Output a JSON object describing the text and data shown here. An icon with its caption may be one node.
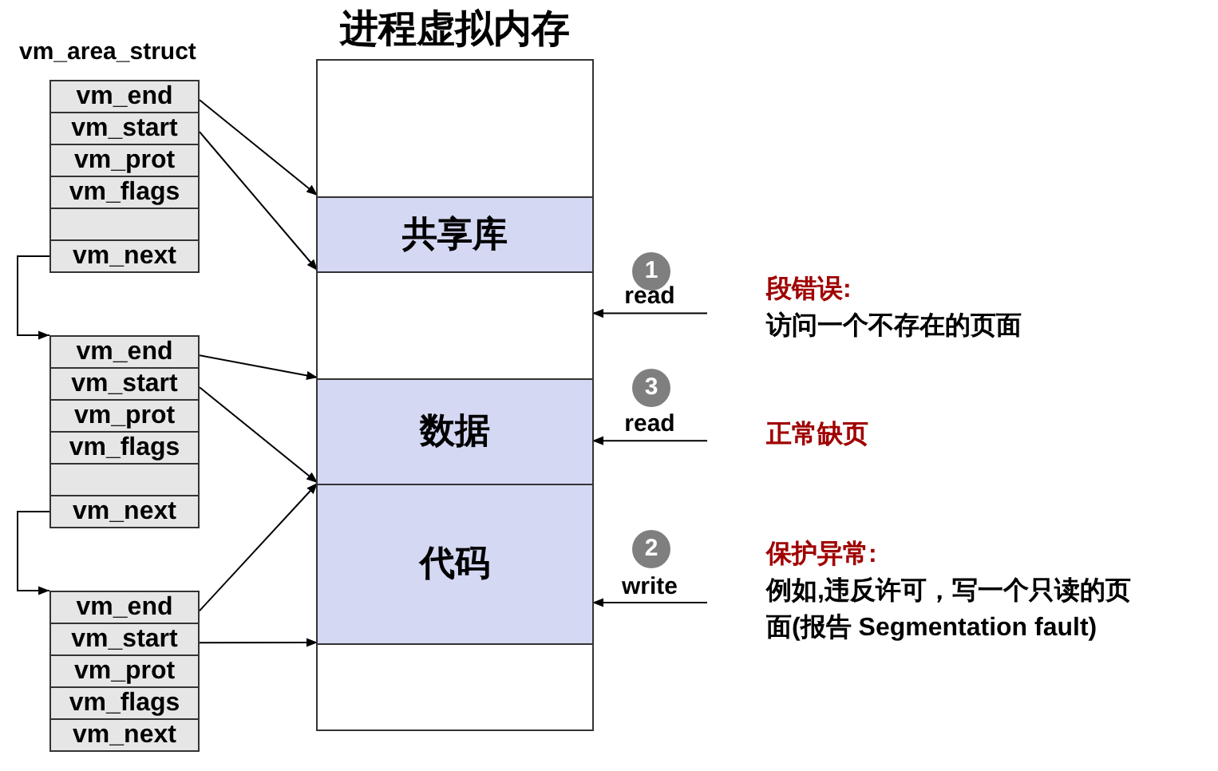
{
  "diagram": {
    "nodes": [
      {
        "text": [
          "进程虚拟内存"
        ]
      },
      {
        "text": [],
        "shape": "box",
        "in": 0
      },
      {
        "text": [
          "共享库"
        ],
        "in": 0
      },
      {
        "text": [],
        "shape": "box",
        "in": 0
      },
      {
        "text": [
          "数据"
        ],
        "in": 0
      },
      {
        "text": [
          "代码"
        ],
        "in": 0
      },
      {
        "text": [],
        "shape": "box",
        "in": 0
      },
      {
        "text": [],
        "shape": "box"
      },
      {
        "text": [
          "vm_end"
        ],
        "in": 7
      },
      {
        "text": [
          "vm_start"
        ],
        "in": 7
      },
      {
        "text": [
          "vm_prot"
        ],
        "in": 7
      },
      {
        "text": [
          "vm_flags"
        ],
        "in": 7
      },
      {
        "text": [],
        "shape": "box",
        "in": 7
      },
      {
        "text": [
          "vm_next"
        ],
        "in": 7
      },
      {
        "text": [],
        "shape": "box"
      },
      {
        "text": [
          "vm_end"
        ],
        "in": 14
      },
      {
        "text": [
          "vm_start"
        ],
        "in": 14
      },
      {
        "text": [
          "vm_prot"
        ],
        "in": 14
      },
      {
        "text": [
          "vm_flags"
        ],
        "in": 14
      },
      {
        "text": [],
        "shape": "box",
        "in": 14
      },
      {
        "text": [
          "vm_next"
        ],
        "in": 14
      },
      {
        "text": [],
        "shape": "box"
      },
      {
        "text": [
          "vm_end"
        ],
        "in": 21
      },
      {
        "text": [
          "vm_start"
        ],
        "in": 21
      },
      {
        "text": [
          "vm_prot"
        ],
        "in": 21
      },
      {
        "text": [
          "vm_flags"
        ],
        "in": 21
      },
      {
        "text": [
          "vm_next"
        ],
        "in": 21
      },
      {
        "text": [
          "1"
        ]
      },
      {
        "text": [
          "3"
        ]
      },
      {
        "text": [
          "2"
        ]
      }
    ],
    "edges": [
      {
        "from": 8,
        "to": 2,
        "arrow": "to"
      },
      {
        "from": 9,
        "to": 2,
        "arrow": "to"
      },
      {
        "from": 13,
        "to": 14,
        "arrow": "to"
      },
      {
        "from": 15,
        "to": 4,
        "arrow": "to"
      },
      {
        "from": 16,
        "to": 4,
        "arrow": "to"
      },
      {
        "from": 20,
        "to": 21,
        "arrow": "to"
      },
      {
        "from": 22,
        "to": 5,
        "arrow": "to"
      },
      {
        "from": 23,
        "to": 5,
        "arrow": "to"
      },
      {
        "from": null,
        "to": 3,
        "arrow": "to",
        "label": "read"
      },
      {
        "from": null,
        "to": 4,
        "arrow": "to",
        "label": "read"
      },
      {
        "from": null,
        "to": 5,
        "arrow": "to",
        "label": "write"
      }
    ],
    "labels": [
      "vm_area_struct",
      "段错误:",
      "访问一个不存在的页面",
      "正常缺页",
      "保护异常:",
      "例如,违反许可，写一个只读的页面(报告 Segmentation fault)"
    ]
  }
}
